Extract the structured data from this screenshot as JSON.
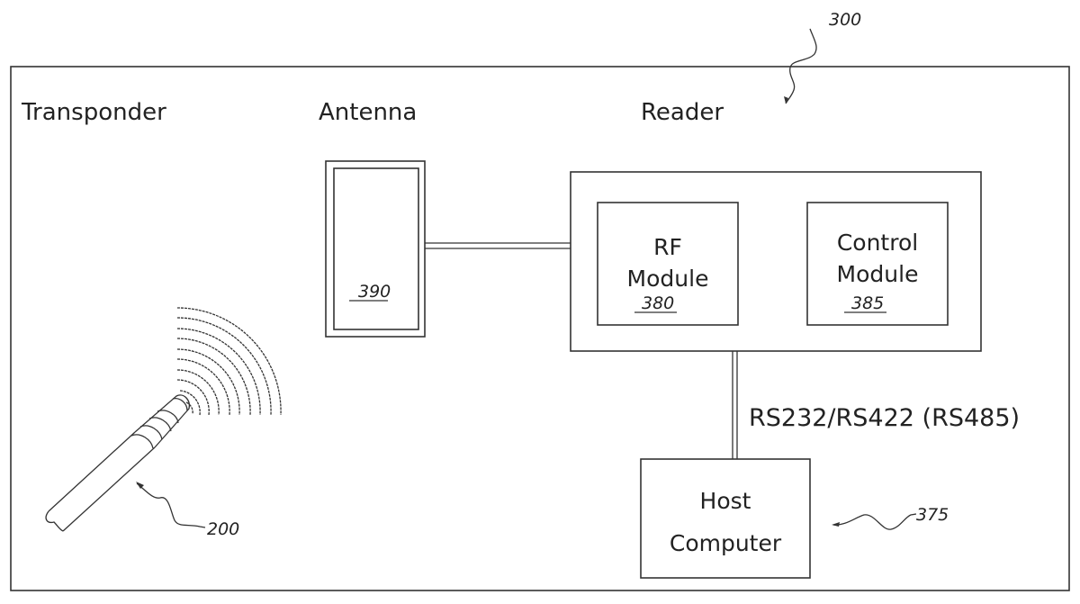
{
  "figure": {
    "reference_number": "300",
    "section_labels": {
      "transponder": "Transponder",
      "antenna": "Antenna",
      "reader": "Reader"
    },
    "antenna": {
      "ref": "390"
    },
    "reader": {
      "rf_module": {
        "line1": "RF",
        "line2": "Module",
        "ref": "380"
      },
      "control_module": {
        "line1": "Control",
        "line2": "Module",
        "ref": "385"
      }
    },
    "link_label": "RS232/RS422 (RS485)",
    "host_computer": {
      "line1": "Host",
      "line2": "Computer",
      "ref": "375"
    },
    "transponder_ref": "200"
  }
}
